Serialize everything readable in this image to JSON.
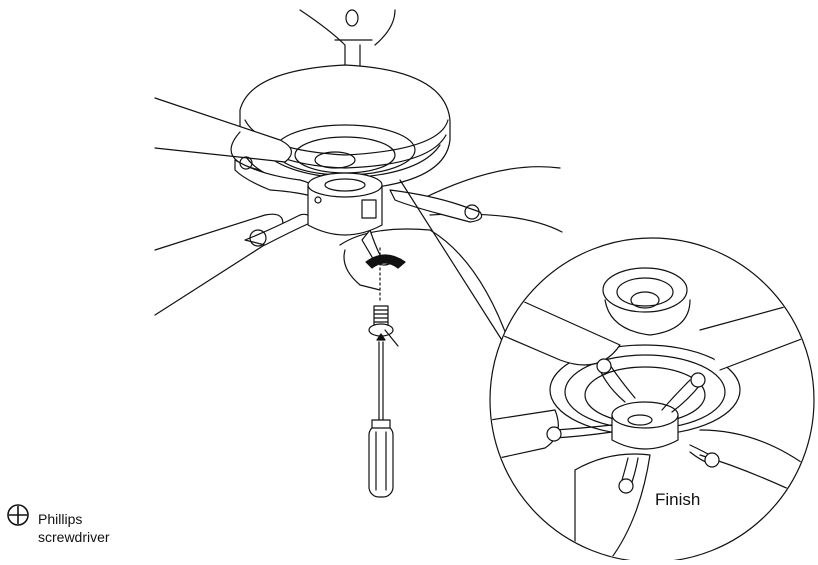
{
  "detail": {
    "finish_label": "Finish"
  },
  "tool": {
    "icon": "phillips-head-icon",
    "name_line1": "Phillips",
    "name_line2": "screwdriver"
  },
  "colors": {
    "ink": "#111111",
    "fill": "#ffffff"
  }
}
